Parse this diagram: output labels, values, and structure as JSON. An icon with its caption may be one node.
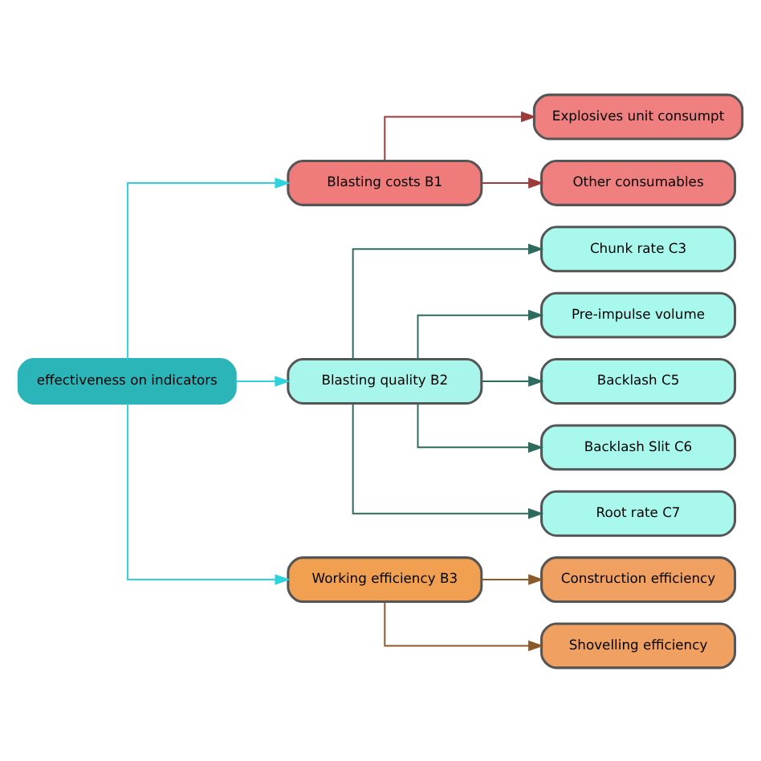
{
  "diagram": {
    "nodes": [
      {
        "text": [
          "effectiveness on indicators"
        ]
      },
      {
        "text": [
          "Blasting costs B1"
        ]
      },
      {
        "text": [
          "Blasting quality B2"
        ]
      },
      {
        "text": [
          "Working efficiency B3"
        ]
      },
      {
        "text": [
          "Explosives unit consumpt"
        ]
      },
      {
        "text": [
          "Other consumables"
        ]
      },
      {
        "text": [
          "Chunk rate C3"
        ]
      },
      {
        "text": [
          "Pre-impulse volume"
        ]
      },
      {
        "text": [
          "Backlash C5"
        ]
      },
      {
        "text": [
          "Backlash Slit C6"
        ]
      },
      {
        "text": [
          "Root rate C7"
        ]
      },
      {
        "text": [
          "Construction efficiency"
        ]
      },
      {
        "text": [
          "Shovelling efficiency"
        ]
      }
    ],
    "edges": [
      {
        "from": 0,
        "to": 1,
        "arrow": "to",
        "color": "#2ed3dc"
      },
      {
        "from": 0,
        "to": 2,
        "arrow": "to",
        "color": "#2ed3dc"
      },
      {
        "from": 0,
        "to": 3,
        "arrow": "to",
        "color": "#2ed3dc"
      },
      {
        "from": 1,
        "to": 4,
        "arrow": "to",
        "color": "#9c3b3b"
      },
      {
        "from": 1,
        "to": 5,
        "arrow": "to",
        "color": "#9c3b3b"
      },
      {
        "from": 2,
        "to": 6,
        "arrow": "to"
      },
      {
        "from": 2,
        "to": 7,
        "arrow": "to"
      },
      {
        "from": 2,
        "to": 8,
        "arrow": "to"
      },
      {
        "from": 2,
        "to": 9,
        "arrow": "to"
      },
      {
        "from": 2,
        "to": 10,
        "arrow": "to"
      },
      {
        "from": 3,
        "to": 11,
        "arrow": "to",
        "color": "#8a5a2a"
      },
      {
        "from": 3,
        "to": 12,
        "arrow": "to",
        "color": "#8a5a2a"
      }
    ]
  }
}
